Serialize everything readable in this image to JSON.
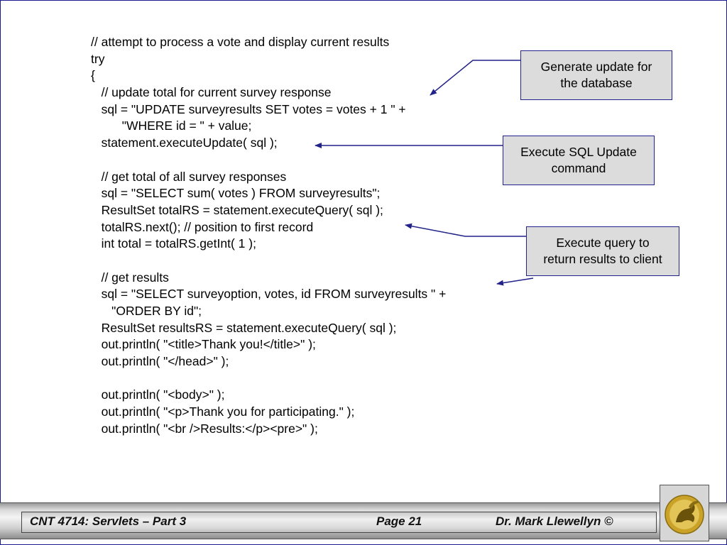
{
  "code_lines": [
    "// attempt to process a vote and display current results",
    "try",
    "{",
    "   // update total for current survey response",
    "   sql = \"UPDATE surveyresults SET votes = votes + 1 \" +",
    "         \"WHERE id = \" + value;",
    "   statement.executeUpdate( sql );",
    "",
    "   // get total of all survey responses",
    "   sql = \"SELECT sum( votes ) FROM surveyresults\";",
    "   ResultSet totalRS = statement.executeQuery( sql );",
    "   totalRS.next(); // position to first record",
    "   int total = totalRS.getInt( 1 );",
    "",
    "   // get results",
    "   sql = \"SELECT surveyoption, votes, id FROM surveyresults \" +",
    "      \"ORDER BY id\";",
    "   ResultSet resultsRS = statement.executeQuery( sql );",
    "   out.println( \"<title>Thank you!</title>\" );",
    "   out.println( \"</head>\" );",
    "",
    "   out.println( \"<body>\" );",
    "   out.println( \"<p>Thank you for participating.\" );",
    "   out.println( \"<br />Results:</p><pre>\" );"
  ],
  "callouts": {
    "update": {
      "line1": "Generate update for",
      "line2": "the database"
    },
    "execute_update": {
      "line1": "Execute SQL Update",
      "line2": "command"
    },
    "execute_query": {
      "line1": "Execute query to",
      "line2": "return results to client"
    }
  },
  "footer": {
    "course": "CNT 4714: Servlets – Part 3",
    "page": "Page 21",
    "author": "Dr. Mark Llewellyn ©"
  },
  "colors": {
    "border": "#1b1b8f",
    "callout_fill": "#dcdcdc",
    "arrow": "#22228a",
    "logo_gold": "#c9a227"
  }
}
